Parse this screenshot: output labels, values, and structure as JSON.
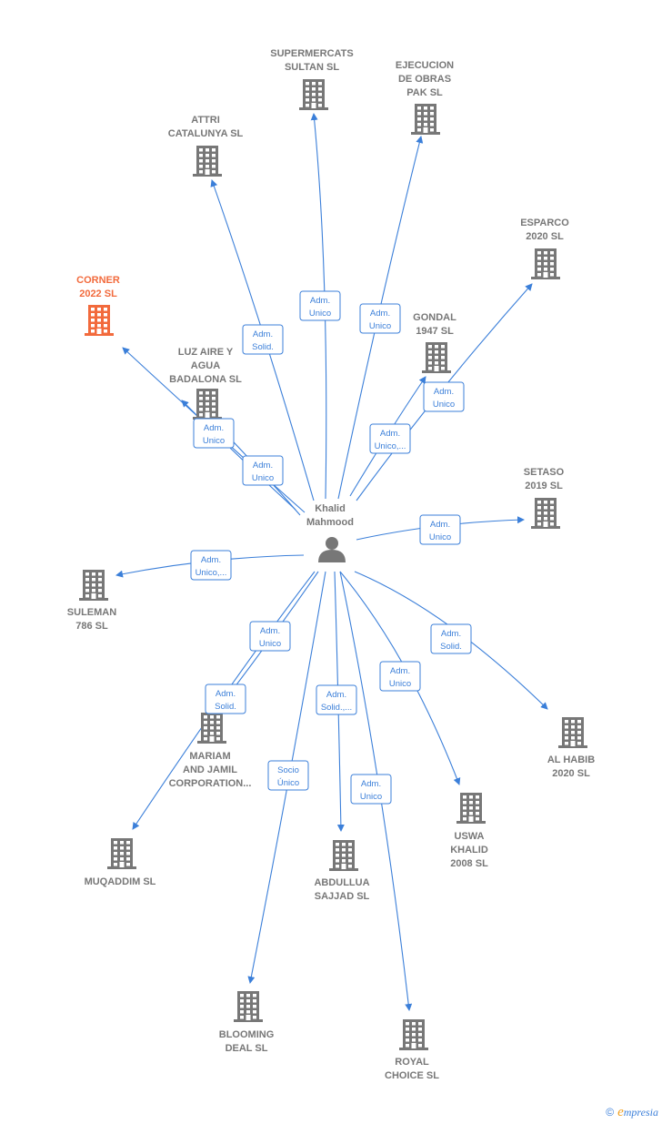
{
  "center": {
    "name": [
      "Khalid",
      "Mahmood"
    ],
    "icon": "person-icon"
  },
  "colors": {
    "edge": "#3b7fd9",
    "building": "#777777",
    "highlight": "#f26a3c"
  },
  "nodes": [
    {
      "id": "supermercats",
      "lines": [
        "SUPERMERCATS",
        "SULTAN  SL"
      ],
      "rel": [
        "Adm.",
        "Unico"
      ],
      "highlight": false
    },
    {
      "id": "ejecucion",
      "lines": [
        "EJECUCION",
        "DE OBRAS",
        "PAK SL"
      ],
      "rel": [
        "Adm.",
        "Unico"
      ],
      "highlight": false
    },
    {
      "id": "attri",
      "lines": [
        "ATTRI",
        "CATALUNYA SL"
      ],
      "rel": [
        "Adm.",
        "Solid."
      ],
      "highlight": false
    },
    {
      "id": "esparco",
      "lines": [
        "ESPARCO",
        "2020  SL"
      ],
      "rel": [
        "Adm.",
        "Unico"
      ],
      "highlight": false
    },
    {
      "id": "corner",
      "lines": [
        "CORNER",
        "2022  SL"
      ],
      "rel": [
        "Adm.",
        "Unico"
      ],
      "highlight": true
    },
    {
      "id": "gondal",
      "lines": [
        "GONDAL",
        "1947  SL"
      ],
      "rel": [
        "Adm.",
        "Unico,..."
      ],
      "highlight": false
    },
    {
      "id": "luzaire",
      "lines": [
        "LUZ AIRE Y",
        "AGUA",
        "BADALONA  SL"
      ],
      "rel": [
        "Adm.",
        "Unico"
      ],
      "highlight": false
    },
    {
      "id": "setaso",
      "lines": [
        "SETASO",
        "2019  SL"
      ],
      "rel": [
        "Adm.",
        "Unico"
      ],
      "highlight": false
    },
    {
      "id": "suleman",
      "lines": [
        "SULEMAN",
        "786 SL"
      ],
      "rel": [
        "Adm.",
        "Unico,..."
      ],
      "highlight": false
    },
    {
      "id": "alhabib",
      "lines": [
        "AL HABIB",
        "2020  SL"
      ],
      "rel": [
        "Adm.",
        "Solid."
      ],
      "highlight": false
    },
    {
      "id": "mariam",
      "lines": [
        "MARIAM",
        "AND JAMIL",
        "CORPORATION..."
      ],
      "rel": [
        "Adm.",
        "Solid."
      ],
      "highlight": false
    },
    {
      "id": "muqaddim",
      "lines": [
        "MUQADDIM SL"
      ],
      "rel": [
        "Adm.",
        "Unico"
      ],
      "highlight": false
    },
    {
      "id": "uswa",
      "lines": [
        "USWA",
        "KHALID",
        "2008  SL"
      ],
      "rel": [
        "Adm.",
        "Unico"
      ],
      "highlight": false
    },
    {
      "id": "abdullua",
      "lines": [
        "ABDULLUA",
        "SAJJAD  SL"
      ],
      "rel": [
        "Adm.",
        "Solid.,..."
      ],
      "highlight": false
    },
    {
      "id": "blooming",
      "lines": [
        "BLOOMING",
        "DEAL  SL"
      ],
      "rel": [
        "Socio",
        "Único"
      ],
      "highlight": false
    },
    {
      "id": "royal",
      "lines": [
        "ROYAL",
        "CHOICE SL"
      ],
      "rel": [
        "Adm.",
        "Unico"
      ],
      "highlight": false
    }
  ],
  "footer": {
    "copyright": "©",
    "brand_initial": "e",
    "brand_rest": "mpresia"
  }
}
